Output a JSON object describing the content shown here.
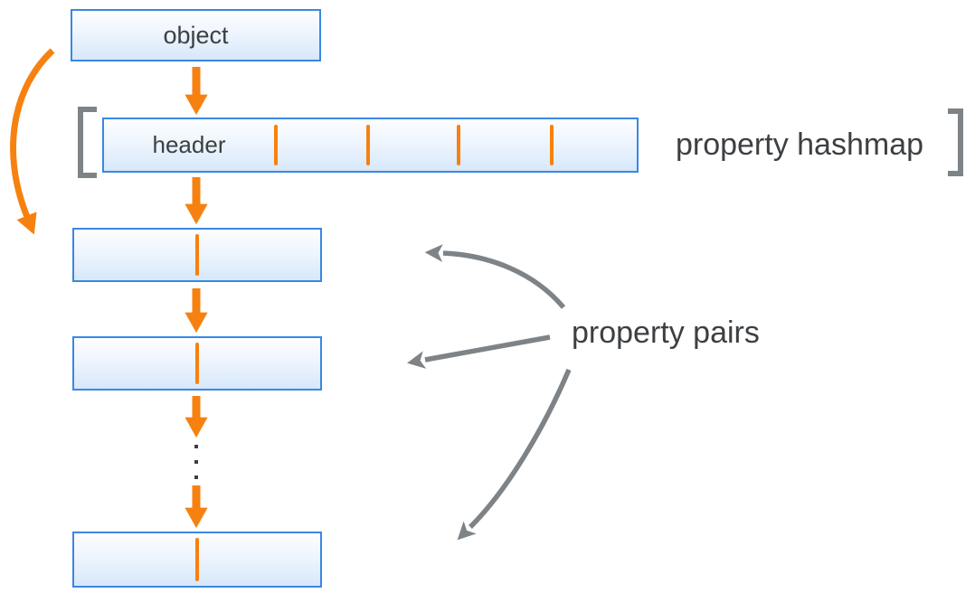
{
  "diagram": {
    "object_box": {
      "label": "object"
    },
    "hashmap": {
      "header_label": "header",
      "annotation": "property hashmap",
      "slot_divider_count": 4,
      "bracketed": true
    },
    "pairs": {
      "annotation": "property pairs",
      "box_count": 3,
      "divider_per_box": 1,
      "continuation_dot_count": 3,
      "gray_arrow_count": 3
    },
    "flow": {
      "orange_down_arrow_count": 5,
      "orange_curved_arrow": "object-to-first-property-pair"
    },
    "colors": {
      "accent_orange": "#f78110",
      "box_border_blue": "#3a87e2",
      "box_fill_top": "#fdfeff",
      "box_fill_bottom": "#d7e8fa",
      "annotation_arrow_gray": "#7e8387",
      "text_dark": "#3d4043"
    }
  }
}
